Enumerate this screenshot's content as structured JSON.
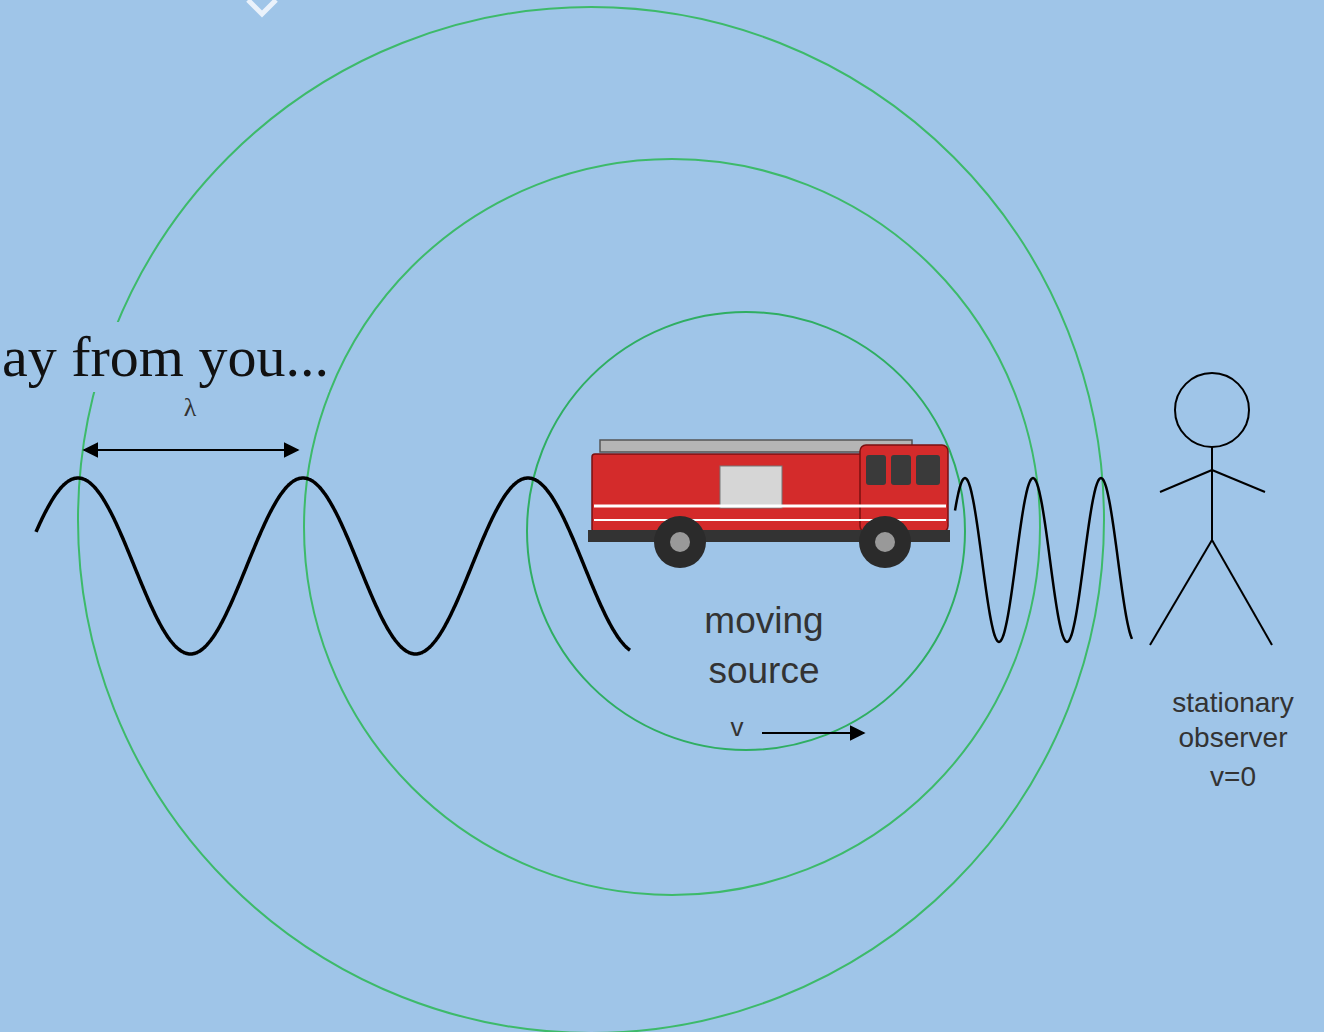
{
  "diagram": {
    "title": "ay from you...",
    "labels": [
      "λ",
      "moving source",
      "v",
      "stationary observer",
      "v=0"
    ]
  }
}
